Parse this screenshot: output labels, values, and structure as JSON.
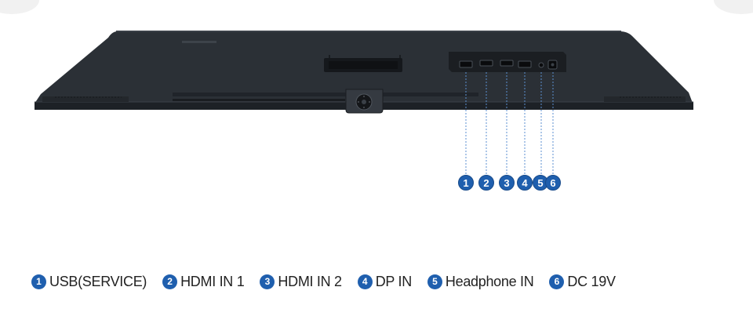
{
  "ports": [
    {
      "number": "1",
      "label": "USB(SERVICE)"
    },
    {
      "number": "2",
      "label": "HDMI IN 1"
    },
    {
      "number": "3",
      "label": "HDMI IN 2"
    },
    {
      "number": "4",
      "label": "DP IN"
    },
    {
      "number": "5",
      "label": "Headphone IN"
    },
    {
      "number": "6",
      "label": "DC 19V"
    }
  ],
  "colors": {
    "badge": "#1f5fae",
    "monitor_body": "#2b3036",
    "leader_line": "#5b8fd0"
  }
}
